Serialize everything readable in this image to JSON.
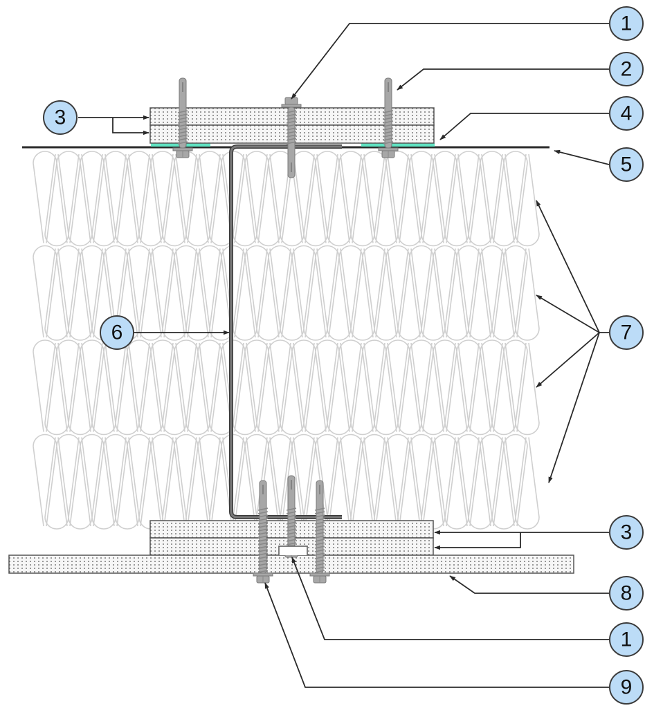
{
  "diagram": {
    "type": "construction-section-detail",
    "description": "Section through a layered insulated assembly with a Z-profile connecting top and bottom board layers through mineral wool insulation",
    "colors": {
      "callout_fill": "#bcdcf7",
      "callout_stroke": "#3b3b3b",
      "board_fill": "#f4f4f4",
      "board_dot": "#555555",
      "board_stroke": "#555555",
      "screw": "#a7a7a7",
      "screw_stroke": "#7a7a7a",
      "profile": "#6e6e6e",
      "membrane": "#2a2a2a",
      "sealant": "#5fe3c2",
      "insulation_line": "#cfcfcf",
      "leader": "#2a2a2a"
    },
    "callouts": [
      {
        "id": "c1-top",
        "label": "1",
        "part": "fastener (center screw, top)"
      },
      {
        "id": "c2",
        "label": "2",
        "part": "self-drilling screw"
      },
      {
        "id": "c3-top",
        "label": "3",
        "part": "board layers (top, 2 layers)"
      },
      {
        "id": "c4",
        "label": "4",
        "part": "sealant tape"
      },
      {
        "id": "c5",
        "label": "5",
        "part": "membrane"
      },
      {
        "id": "c6",
        "label": "6",
        "part": "Z-profile"
      },
      {
        "id": "c7",
        "label": "7",
        "part": "mineral wool insulation (4 layers)"
      },
      {
        "id": "c3-bottom",
        "label": "3",
        "part": "board layers (bottom, 2 layers)"
      },
      {
        "id": "c8",
        "label": "8",
        "part": "base board"
      },
      {
        "id": "c1-bottom",
        "label": "1",
        "part": "fastener (center screw, bottom)"
      },
      {
        "id": "c9",
        "label": "9",
        "part": "screw head / washer"
      }
    ],
    "insulation_layers": 4,
    "top_board_layers": 2,
    "bottom_board_layers": 2
  }
}
